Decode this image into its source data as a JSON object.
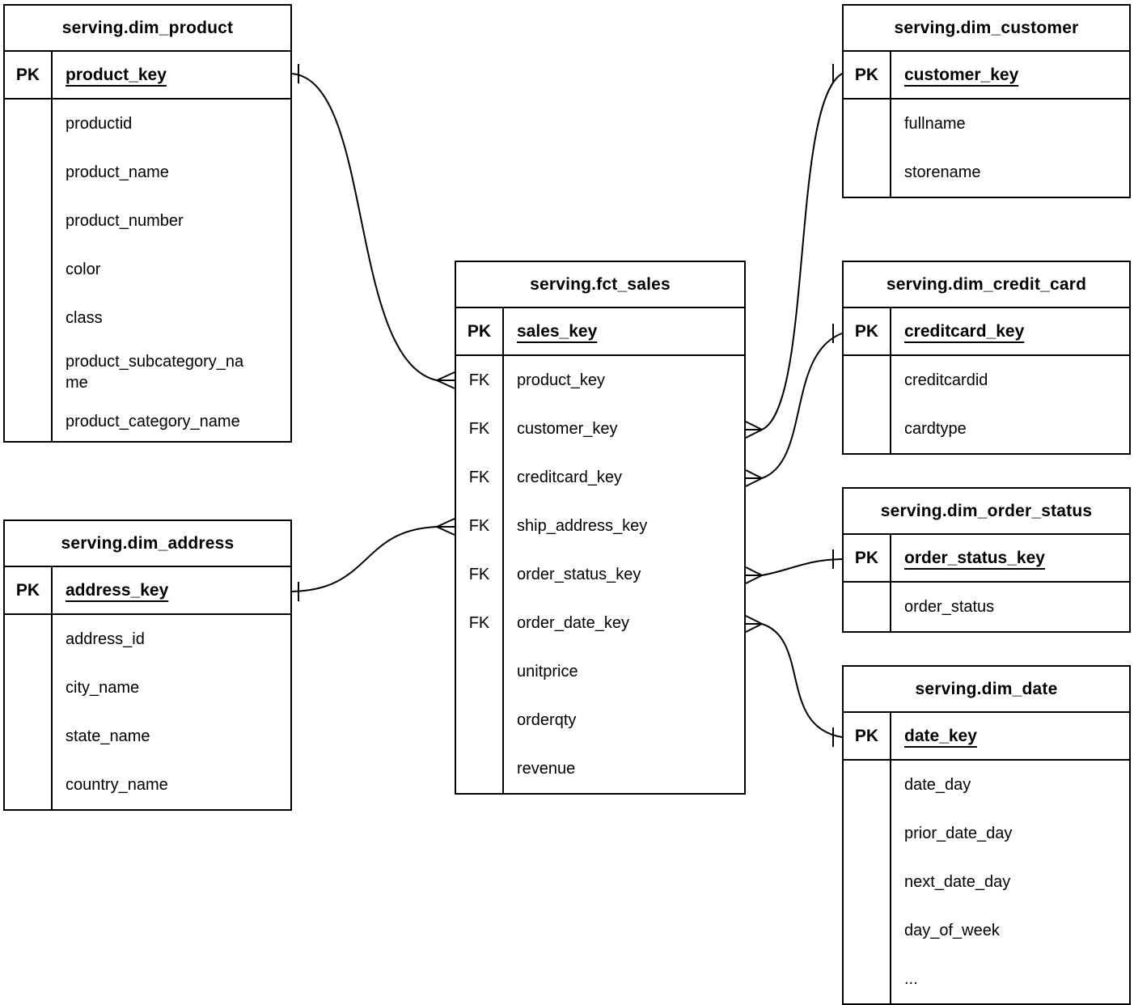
{
  "tables": {
    "dim_product": {
      "title": "serving.dim_product",
      "pk_label": "PK",
      "pk_field": "product_key",
      "fields": [
        "productid",
        "product_name",
        "product_number",
        "color",
        "class",
        "product_subcategory_name",
        "product_category_name"
      ]
    },
    "dim_address": {
      "title": "serving.dim_address",
      "pk_label": "PK",
      "pk_field": "address_key",
      "fields": [
        "address_id",
        "city_name",
        "state_name",
        "country_name"
      ]
    },
    "fct_sales": {
      "title": "serving.fct_sales",
      "pk_label": "PK",
      "pk_field": "sales_key",
      "fk_label": "FK",
      "fk_fields": [
        "product_key",
        "customer_key",
        "creditcard_key",
        "ship_address_key",
        "order_status_key",
        "order_date_key"
      ],
      "fields": [
        "unitprice",
        "orderqty",
        "revenue"
      ]
    },
    "dim_customer": {
      "title": "serving.dim_customer",
      "pk_label": "PK",
      "pk_field": "customer_key",
      "fields": [
        "fullname",
        "storename"
      ]
    },
    "dim_credit_card": {
      "title": "serving.dim_credit_card",
      "pk_label": "PK",
      "pk_field": "creditcard_key",
      "fields": [
        "creditcardid",
        "cardtype"
      ]
    },
    "dim_order_status": {
      "title": "serving.dim_order_status",
      "pk_label": "PK",
      "pk_field": "order_status_key",
      "fields": [
        "order_status"
      ]
    },
    "dim_date": {
      "title": "serving.dim_date",
      "pk_label": "PK",
      "pk_field": "date_key",
      "fields": [
        "date_day",
        "prior_date_day",
        "next_date_day",
        "day_of_week",
        "..."
      ]
    }
  },
  "relationships": [
    {
      "many_table": "serving.fct_sales",
      "many_field": "product_key",
      "one_table": "serving.dim_product",
      "one_field": "product_key",
      "cardinality": "many-to-one"
    },
    {
      "many_table": "serving.fct_sales",
      "many_field": "customer_key",
      "one_table": "serving.dim_customer",
      "one_field": "customer_key",
      "cardinality": "many-to-one"
    },
    {
      "many_table": "serving.fct_sales",
      "many_field": "creditcard_key",
      "one_table": "serving.dim_credit_card",
      "one_field": "creditcard_key",
      "cardinality": "many-to-one"
    },
    {
      "many_table": "serving.fct_sales",
      "many_field": "ship_address_key",
      "one_table": "serving.dim_address",
      "one_field": "address_key",
      "cardinality": "many-to-one"
    },
    {
      "many_table": "serving.fct_sales",
      "many_field": "order_status_key",
      "one_table": "serving.dim_order_status",
      "one_field": "order_status_key",
      "cardinality": "many-to-one"
    },
    {
      "many_table": "serving.fct_sales",
      "many_field": "order_date_key",
      "one_table": "serving.dim_date",
      "one_field": "date_key",
      "cardinality": "many-to-one"
    }
  ],
  "colors": {
    "line": "#000000",
    "background": "#ffffff",
    "text": "#000000"
  }
}
